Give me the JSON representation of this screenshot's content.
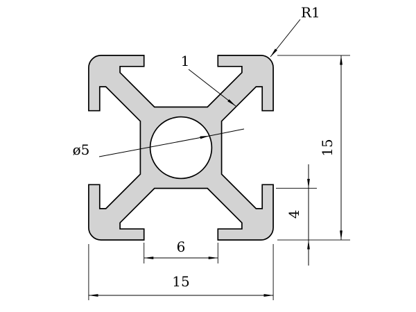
{
  "title": "Aluminum extrusion profile cross-section drawing",
  "colors": {
    "profile_fill": "#d3d3d3",
    "line": "#000000",
    "background": "#ffffff"
  },
  "labels": {
    "corner_radius": "R1",
    "wall_thickness": "1",
    "bore_diameter": "ø5",
    "overall_height": "15",
    "slot_depth": "4",
    "slot_opening": "6",
    "overall_width": "15"
  }
}
